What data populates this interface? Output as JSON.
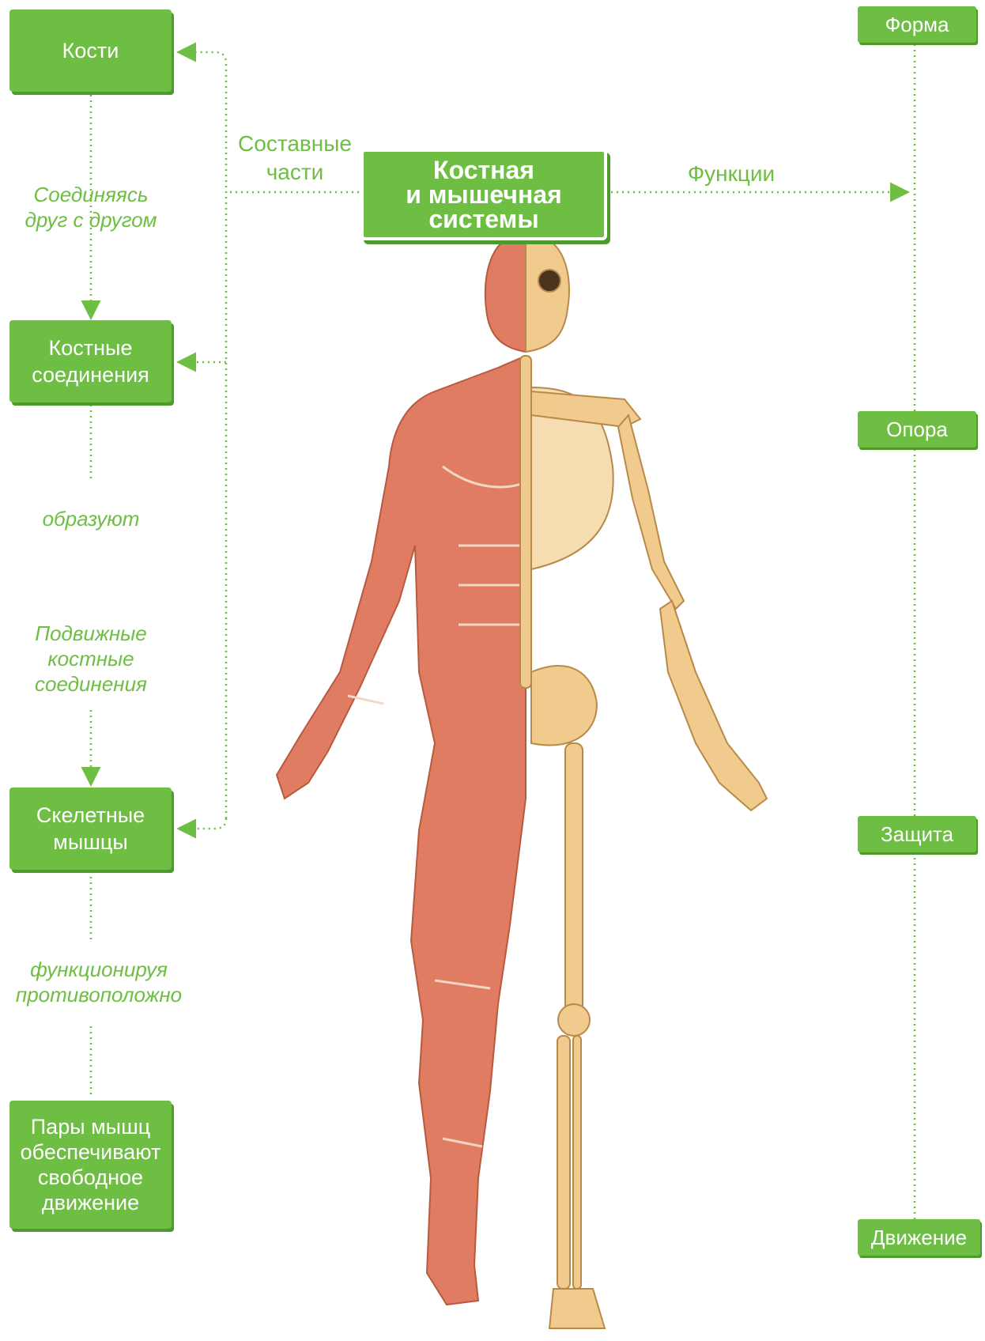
{
  "center": {
    "title": "Костная\nи мышечная\nсистемы"
  },
  "left_chain": {
    "bones": "Кости",
    "joining": "Соединяясь\nдруг с другом",
    "joints": "Костные\nсоединения",
    "form": "образуют",
    "movable": "Подвижные\nкостные\nсоединения",
    "muscles": "Скелетные\nмышцы",
    "opposite": "функционируя\nпротивоположно",
    "pairs": "Пары мышц\nобеспечивают\nсвободное\nдвижение"
  },
  "connectors": {
    "parts_label": "Составные\nчасти",
    "functions_label": "Функции"
  },
  "functions": [
    "Форма",
    "Опора",
    "Защита",
    "Движение"
  ],
  "colors": {
    "accent": "#6fbe44",
    "shadow": "#4f9a2c",
    "muscle": "#e07a5f",
    "bone": "#f0c98a"
  }
}
